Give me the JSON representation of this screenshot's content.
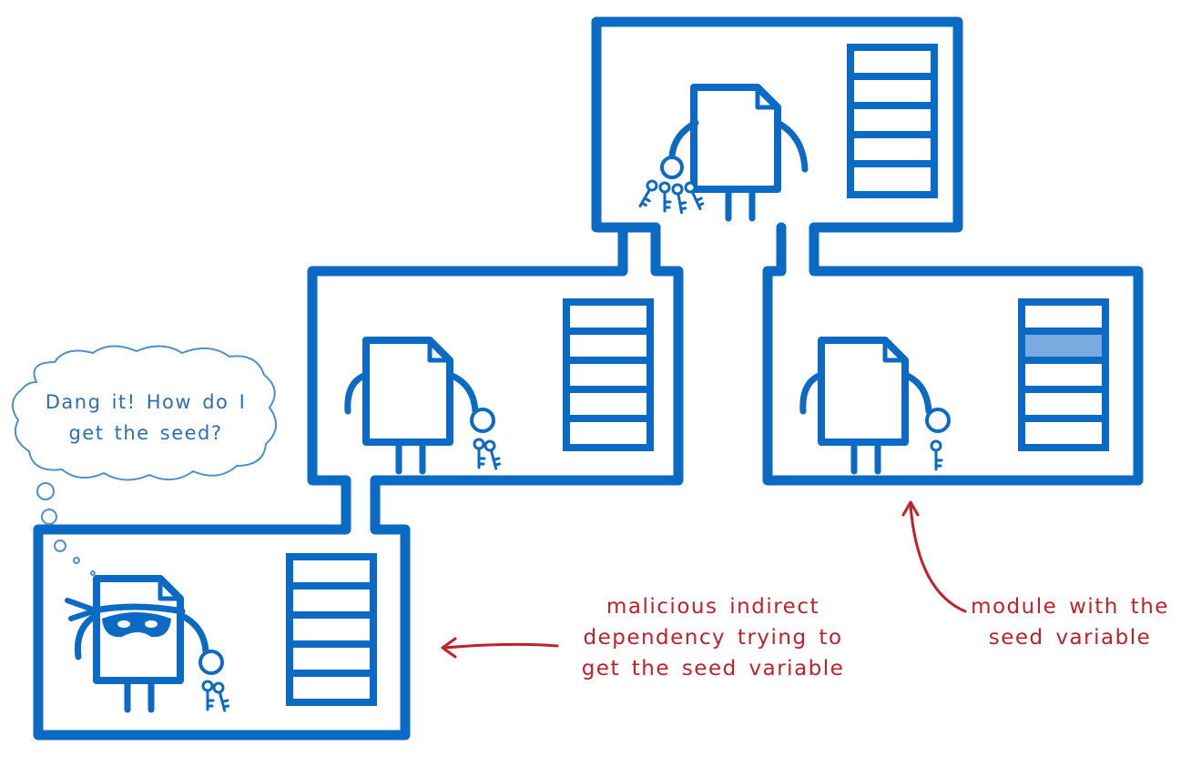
{
  "colors": {
    "wall": "#0b6ac4",
    "highlight_row": "#7aaae0",
    "annotation": "#c0212b",
    "thought_bubble": "#4f8fd0"
  },
  "thought_bubble": {
    "lines": [
      "Dang it! How do I",
      "get the seed?"
    ]
  },
  "annotations": {
    "malicious": {
      "lines": [
        "malicious indirect",
        "dependency trying to",
        "get the seed variable"
      ],
      "arrow_direction": "left"
    },
    "module": {
      "lines": [
        "module with the",
        "seed variable"
      ],
      "arrow_direction": "up"
    }
  },
  "rooms": [
    {
      "id": "top-room",
      "variable_rows": 5,
      "highlighted_row": null,
      "character": "file-with-keyring"
    },
    {
      "id": "middle-left-room",
      "variable_rows": 5,
      "highlighted_row": null,
      "character": "file-with-key"
    },
    {
      "id": "middle-right-room",
      "variable_rows": 5,
      "highlighted_row": 2,
      "character": "file-with-key"
    },
    {
      "id": "bottom-left-room",
      "variable_rows": 5,
      "highlighted_row": null,
      "character": "masked-file-with-key"
    }
  ]
}
